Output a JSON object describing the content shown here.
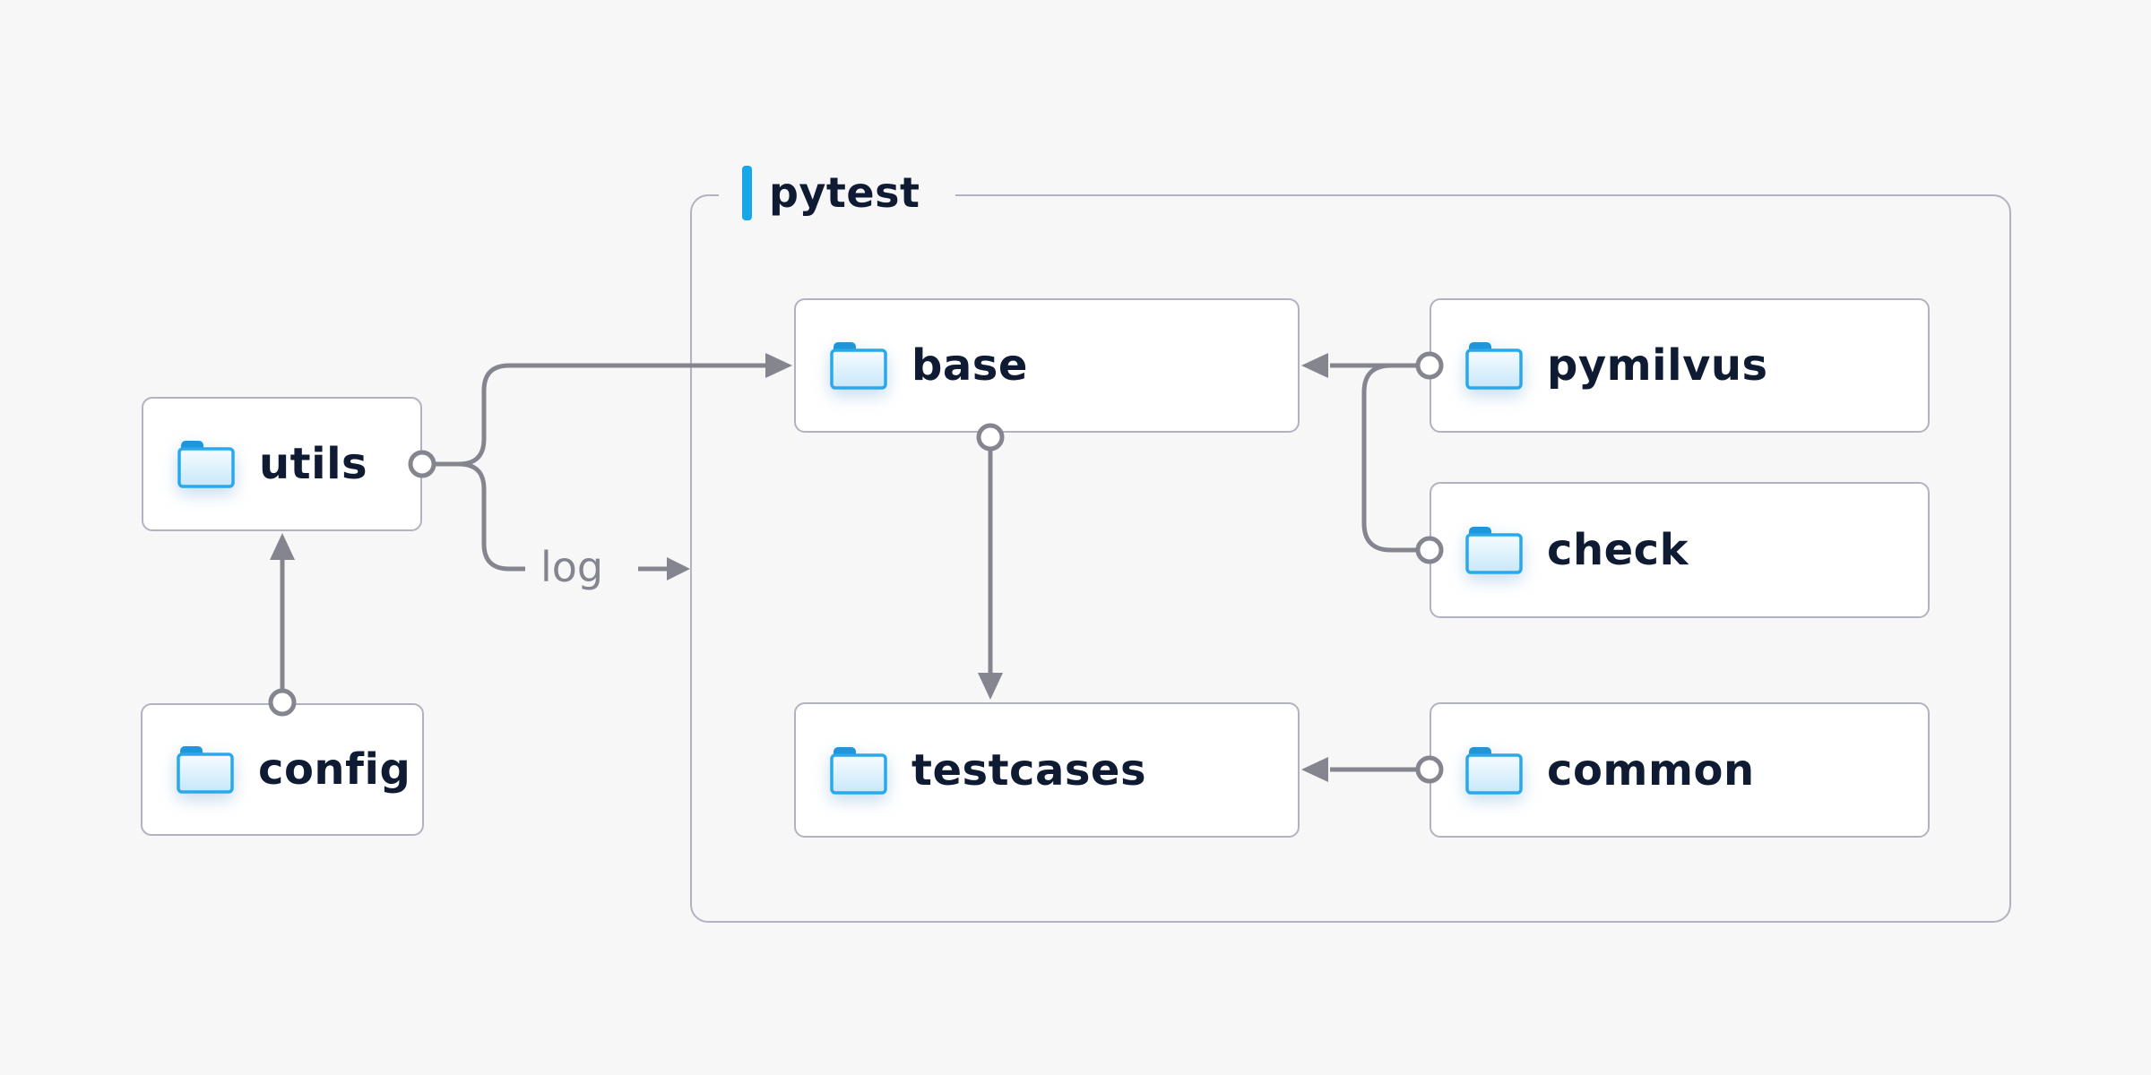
{
  "container": {
    "label": "pytest"
  },
  "nodes": {
    "utils": {
      "label": "utils"
    },
    "config": {
      "label": "config"
    },
    "base": {
      "label": "base"
    },
    "pymilvus": {
      "label": "pymilvus"
    },
    "check": {
      "label": "check"
    },
    "testcases": {
      "label": "testcases"
    },
    "common": {
      "label": "common"
    }
  },
  "edges": [
    {
      "from": "config",
      "to": "utils",
      "label": ""
    },
    {
      "from": "utils",
      "to": "base",
      "label": ""
    },
    {
      "from": "utils",
      "to": "pytest",
      "label": "log"
    },
    {
      "from": "pymilvus",
      "to": "base",
      "label": ""
    },
    {
      "from": "check",
      "to": "base",
      "label": ""
    },
    {
      "from": "base",
      "to": "testcases",
      "label": ""
    },
    {
      "from": "common",
      "to": "testcases",
      "label": ""
    }
  ],
  "edge_label": "log",
  "colors": {
    "background": "#f7f7f8",
    "box_fill": "#ffffff",
    "box_border": "#b2b3c0",
    "connector_gray": "#84858e",
    "label_text": "#0e1b33",
    "edge_label_text": "#84858e",
    "accent_blue": "#16a7e9",
    "folder_stroke": "#2aa9ea",
    "folder_tab": "#1e96d9",
    "folder_fill_top": "#f7fcff",
    "folder_fill_bottom": "#c7e7fa"
  }
}
